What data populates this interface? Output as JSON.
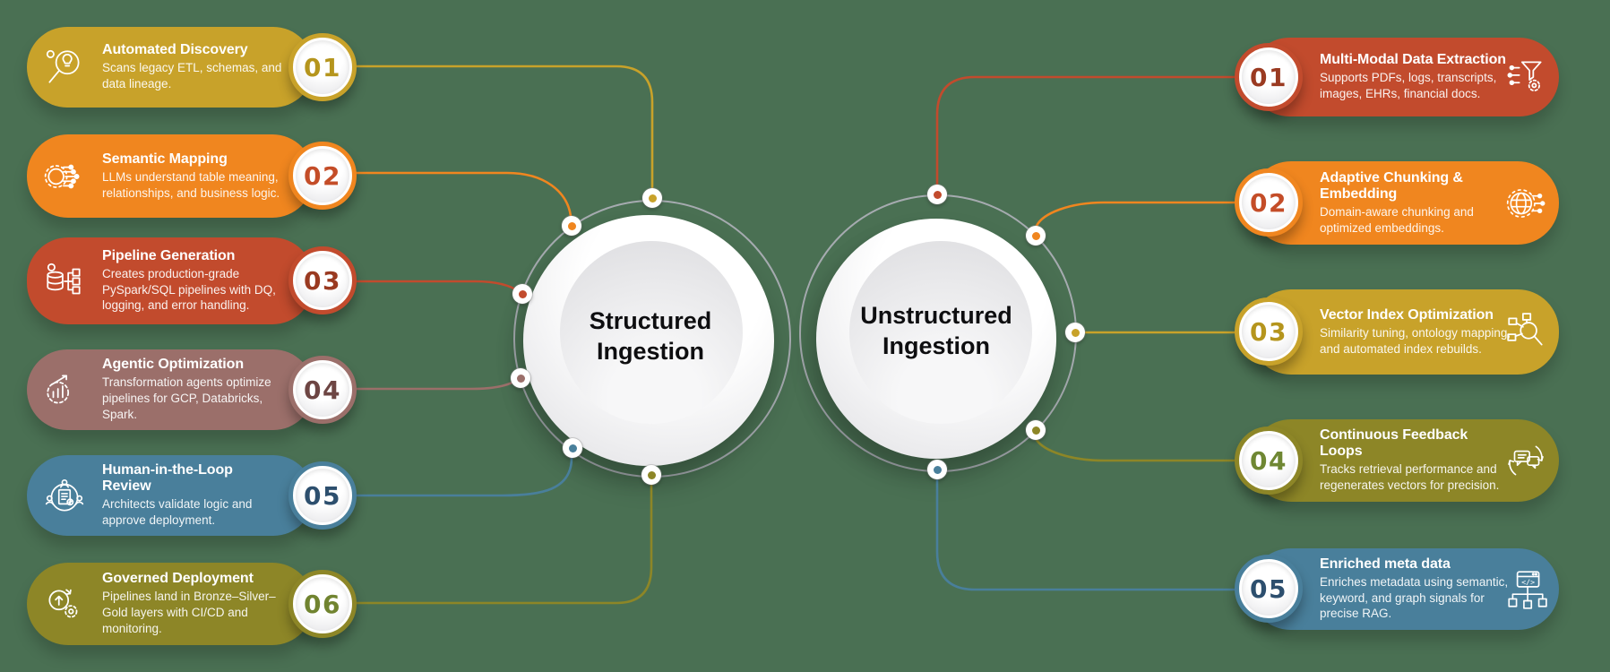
{
  "canvas": {
    "background": "#4a7053",
    "ring_color": "#a6abb0"
  },
  "hubs": {
    "left": {
      "title": "Structured Ingestion"
    },
    "right": {
      "title": "Unstructured Ingestion"
    }
  },
  "left_items": [
    {
      "num": "01",
      "title": "Automated Discovery",
      "desc": "Scans legacy ETL, schemas, and data lineage.",
      "color": "#c8a22a",
      "num_color": "#b5951d",
      "icon": "magnifier-bulb-icon"
    },
    {
      "num": "02",
      "title": "Semantic Mapping",
      "desc": "LLMs understand table meaning, relationships, and business logic.",
      "color": "#f0861f",
      "num_color": "#c44d28",
      "icon": "semantic-gear-icon"
    },
    {
      "num": "03",
      "title": "Pipeline Generation",
      "desc": "Creates production-grade PySpark/SQL pipelines with DQ, logging, and error handling.",
      "color": "#c24b2d",
      "num_color": "#9a3a21",
      "icon": "database-pipeline-icon"
    },
    {
      "num": "04",
      "title": "Agentic Optimization",
      "desc": "Transformation agents optimize pipelines for GCP, Databricks, Spark.",
      "color": "#9b6f6a",
      "num_color": "#6d4543",
      "icon": "gear-chart-icon"
    },
    {
      "num": "05",
      "title": "Human-in-the-Loop\nReview",
      "desc": "Architects validate logic and approve deployment.",
      "color": "#497f9b",
      "num_color": "#2d4f6e",
      "icon": "people-review-icon"
    },
    {
      "num": "06",
      "title": "Governed Deployment",
      "desc": "Pipelines land in Bronze–Silver–Gold layers with CI/CD and monitoring.",
      "color": "#8d8627",
      "num_color": "#718430",
      "icon": "deploy-gears-icon"
    }
  ],
  "right_items": [
    {
      "num": "01",
      "title": "Multi-Modal Data Extraction",
      "desc": "Supports PDFs, logs, transcripts, images, EHRs, financial docs.",
      "color": "#c24b2d",
      "num_color": "#9a3a21",
      "icon": "funnel-gear-icon"
    },
    {
      "num": "02",
      "title": "Adaptive Chunking &\nEmbedding",
      "desc": "Domain-aware chunking and optimized embeddings.",
      "color": "#f0861f",
      "num_color": "#c44d28",
      "icon": "globe-network-icon"
    },
    {
      "num": "03",
      "title": "Vector Index Optimization",
      "desc": "Similarity tuning, ontology mapping, and automated index rebuilds.",
      "color": "#c8a22a",
      "num_color": "#b5951d",
      "icon": "vector-search-icon"
    },
    {
      "num": "04",
      "title": "Continuous Feedback Loops",
      "desc": "Tracks retrieval performance and regenerates vectors for precision.",
      "color": "#8d8627",
      "num_color": "#6f8733",
      "icon": "chat-refresh-icon"
    },
    {
      "num": "05",
      "title": "Enriched meta data",
      "desc": "Enriches metadata using semantic, keyword, and graph signals for precise RAG.",
      "color": "#497f9b",
      "num_color": "#2d4f6e",
      "icon": "code-window-graph-icon"
    }
  ]
}
